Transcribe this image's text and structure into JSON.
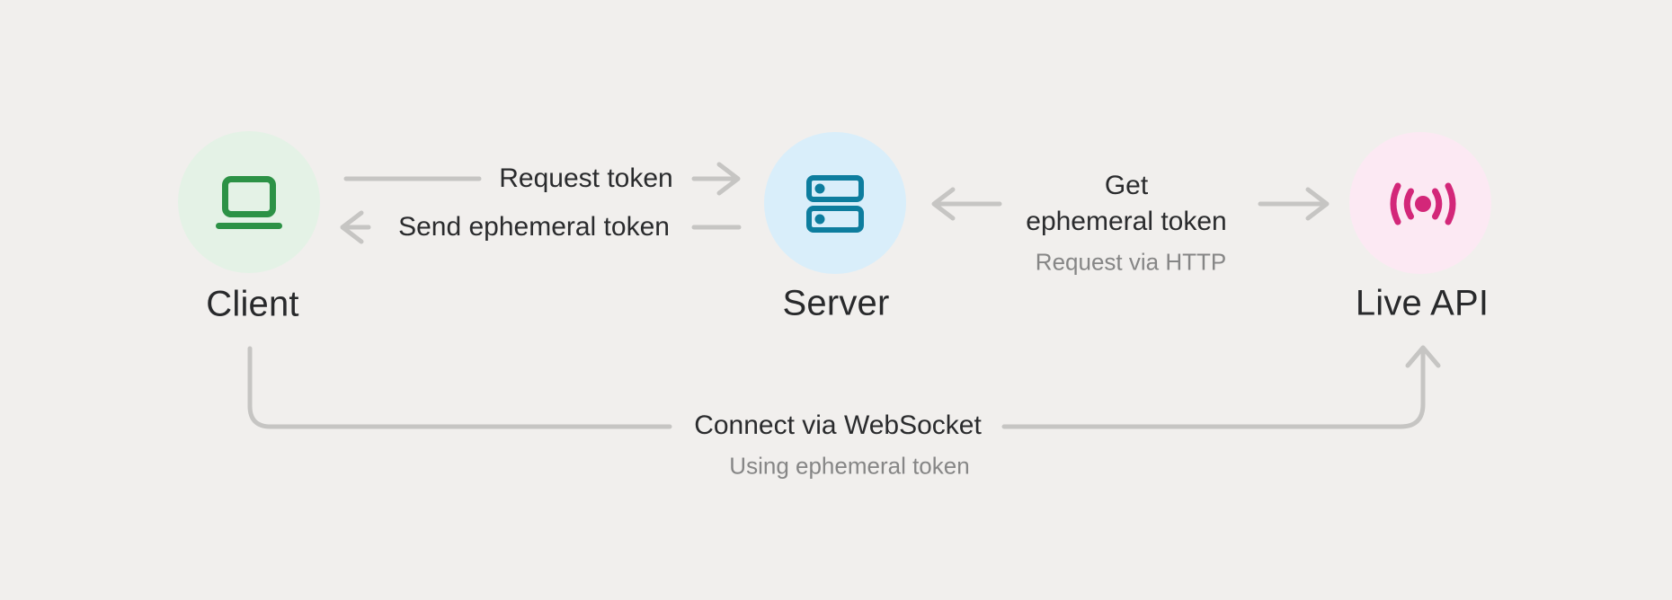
{
  "diagram": {
    "background_color": "#f1efed",
    "arrow_color": "#c6c5c3",
    "text_color": "#2a2b2d",
    "subtext_color": "#868686",
    "nodes": [
      {
        "id": "client",
        "label": "Client",
        "icon": "laptop-icon",
        "circle_color": "#e4f2e6",
        "icon_color": "#2c9246"
      },
      {
        "id": "server",
        "label": "Server",
        "icon": "server-icon",
        "circle_color": "#d9eefa",
        "icon_color": "#0d7d9e"
      },
      {
        "id": "live-api",
        "label": "Live API",
        "icon": "broadcast-icon",
        "circle_color": "#fce9f3",
        "icon_color": "#d32779"
      }
    ],
    "flows": {
      "request_token": {
        "label": "Request token",
        "from": "client",
        "to": "server"
      },
      "send_ephemeral_token": {
        "label": "Send ephemeral token",
        "from": "server",
        "to": "client"
      },
      "get_ephemeral_token": {
        "label_line1": "Get",
        "label_line2": "ephemeral token",
        "sublabel": "Request via HTTP",
        "from": "server",
        "to": "live-api"
      },
      "connect_via_websocket": {
        "label": "Connect via WebSocket",
        "sublabel": "Using ephemeral token",
        "from": "client",
        "to": "live-api"
      }
    }
  }
}
